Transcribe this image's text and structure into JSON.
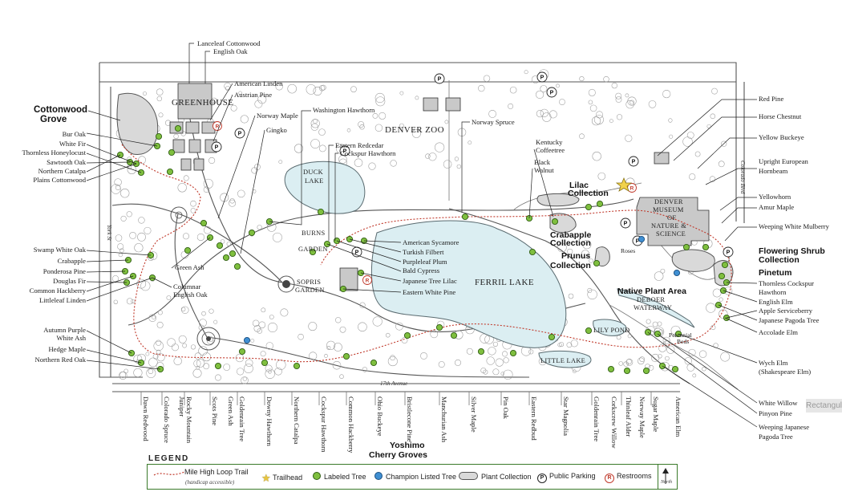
{
  "places": {
    "greenhouse": "GREENHOUSE",
    "zoo": "DENVER ZOO",
    "duck_lake": [
      "DUCK",
      "LAKE"
    ],
    "burns": [
      "BURNS",
      "GARDEN"
    ],
    "sopris": [
      "SOPRIS",
      "GARDEN"
    ],
    "ferril": "FERRIL LAKE",
    "museum": [
      "DENVER",
      "MUSEUM",
      "OF",
      "NATURE &",
      "SCIENCE"
    ],
    "deboer": [
      "DEBOER",
      "WATERWAY"
    ],
    "lily": "LILY POND",
    "little_lake": "LITTLE LAKE",
    "roses": "Roses",
    "perennial": [
      "Perennial",
      "Beds"
    ]
  },
  "streets": {
    "seventeenth": "17th Avenue",
    "york": "York St",
    "colorado": "Colorado Blvd"
  },
  "collections": {
    "cottonwood": [
      "Cottonwood",
      "Grove"
    ],
    "lilac": [
      "Lilac",
      "Collection"
    ],
    "crabapple": [
      "Crabapple",
      "Collection"
    ],
    "prunus": [
      "Prunus",
      "Collection"
    ],
    "native": "Native Plant Area",
    "flowering": [
      "Flowering Shrub",
      "Collection"
    ],
    "pinetum": "Pinetum",
    "yoshimo": [
      "Yoshimo",
      "Cherry Groves"
    ]
  },
  "labels": {
    "lanceleaf": "Lanceleaf Cottonwood",
    "english_oak": "English Oak",
    "american_linden": "American Linden",
    "austrian_pine": "Austrian Pine",
    "norway_maple": "Norway Maple",
    "gingko": "Gingko",
    "washington_hawthorn": "Washington Hawthorn",
    "norway_spruce": "Norway Spruce",
    "eastern_redcedar": "Eastern Redcedar",
    "cockspur_hawthorn": "Cockspur Hawthorn",
    "kentucky": [
      "Kentucky",
      "Coffeetree"
    ],
    "black_walnut": [
      "Black",
      "Walnut"
    ],
    "red_pine": "Red Pine",
    "horse_chestnut": "Horse Chestnut",
    "yellow_buckeye": "Yellow Buckeye",
    "upright_hornbeam": [
      "Upright European",
      "Hornbeam"
    ],
    "yellowhorn": "Yellowhorn",
    "amur_maple": "Amur Maple",
    "weeping_mulberry": "Weeping White Mulberry",
    "bur_oak": "Bur Oak",
    "white_fir": "White Fir",
    "thornless_honeylocust": "Thornless Honeylocust",
    "sawtooth_oak": "Sawtooth Oak",
    "northern_catalpa": "Northern Catalpa",
    "plains_cottonwood": "Plains Cottonwood",
    "swamp_white_oak": "Swamp White Oak",
    "crabapple": "Crabapple",
    "ponderosa_pine": "Ponderosa Pine",
    "douglas_fir": "Douglas Fir",
    "common_hackberry": "Common Hackberry",
    "littleleaf_linden": "Littleleaf Linden",
    "green_ash_mid": "Green Ash",
    "columnar_oak": [
      "Columnar",
      "English Oak"
    ],
    "american_sycamore": "American Sycamore",
    "turkish_filbert": "Turkish Filbert",
    "purpleleaf_plum": "Purpleleaf Plum",
    "bald_cypress": "Bald Cypress",
    "japanese_lilac": "Japanese Tree Lilac",
    "eastern_white_pine": "Eastern White Pine",
    "autumn_purple_ash": [
      "Autumn Purple",
      "White Ash"
    ],
    "hedge_maple": "Hedge Maple",
    "northern_red_oak": "Northern Red Oak",
    "thornless_cockspur": [
      "Thornless Cockspur",
      "Hawthorn"
    ],
    "english_elm": "English Elm",
    "apple_serviceberry": "Apple Serviceberry",
    "japanese_pagoda": "Japanese Pagoda Tree",
    "accolade_elm": "Accolade Elm",
    "wych_elm": [
      "Wych Elm",
      "(Shakespeare Elm)"
    ],
    "white_willow": "White Willow",
    "pinyon_pine": "Pinyon Pine",
    "weeping_pagoda": [
      "Weeping Japanese",
      "Pagoda Tree"
    ]
  },
  "bottom_labels": [
    {
      "id": "dawn-redwood",
      "lines": [
        "Dawn Redwood"
      ]
    },
    {
      "id": "colorado-spruce",
      "lines": [
        "Colorado Spruce"
      ]
    },
    {
      "id": "rocky-mountain-juniper",
      "lines": [
        "Rocky Mountain",
        "Juniper"
      ]
    },
    {
      "id": "scots-pine",
      "lines": [
        "Scots Pine"
      ]
    },
    {
      "id": "green-ash",
      "lines": [
        "Green Ash"
      ]
    },
    {
      "id": "goldenrain-tree-1",
      "lines": [
        "Goldenrain Tree"
      ]
    },
    {
      "id": "downy-hawthorn",
      "lines": [
        "Downy Hawthorn"
      ]
    },
    {
      "id": "northern-catalpa-2",
      "lines": [
        "Northern Catalpa"
      ]
    },
    {
      "id": "cockspur-hawthorn-2",
      "lines": [
        "Cockspur Hawthorn"
      ]
    },
    {
      "id": "common-hackberry-2",
      "lines": [
        "Common Hackberry"
      ]
    },
    {
      "id": "ohio-buckeye",
      "lines": [
        "Ohio Buckeye"
      ]
    },
    {
      "id": "bristlecone-pine",
      "lines": [
        "Bristlecone Pine"
      ]
    },
    {
      "id": "manchurian-ash",
      "lines": [
        "Manchurian Ash"
      ]
    },
    {
      "id": "silver-maple",
      "lines": [
        "Silver Maple"
      ]
    },
    {
      "id": "pin-oak",
      "lines": [
        "Pin Oak"
      ]
    },
    {
      "id": "eastern-redbud",
      "lines": [
        "Eastern Redbud"
      ]
    },
    {
      "id": "star-magnolia",
      "lines": [
        "Star Magnolia"
      ]
    },
    {
      "id": "goldenrain-tree-2",
      "lines": [
        "Goldenrain Tree"
      ]
    },
    {
      "id": "corkscrew-willow",
      "lines": [
        "Corkscrew Willow"
      ]
    },
    {
      "id": "thinleaf-alder",
      "lines": [
        "Thinleaf Alder"
      ]
    },
    {
      "id": "norway-maple-2",
      "lines": [
        "Norway Maple"
      ]
    },
    {
      "id": "sugar-maple",
      "lines": [
        "Sugar Maple"
      ]
    },
    {
      "id": "american-elm",
      "lines": [
        "American Elm"
      ]
    }
  ],
  "legend": {
    "title": "LEGEND",
    "trail": "Mile High Loop Trail",
    "trail_sub": "(handicap accessible)",
    "trailhead": "Trailhead",
    "labeled_tree": "Labeled Tree",
    "champion": "Champion Listed Tree",
    "plant_collection": "Plant Collection",
    "parking_symbol": "P",
    "parking": "Public Parking",
    "restroom_symbol": "R",
    "restrooms": "Restrooms",
    "north": "North"
  },
  "ghost_text": "Rectangular S",
  "colors": {
    "trail": "#c0392b",
    "labeled_tree": "#7fbf3f",
    "champion": "#3f8fd2",
    "legend_border": "#3a7a2a"
  }
}
